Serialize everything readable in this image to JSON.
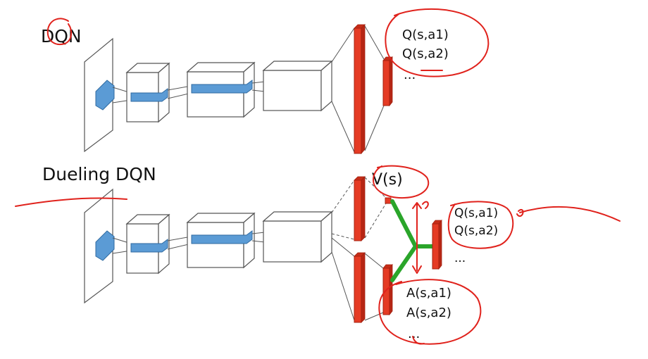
{
  "dqn": {
    "title": "DQN",
    "outputs": [
      "Q(s,a1)",
      "Q(s,a2)",
      "..."
    ]
  },
  "dueling": {
    "title": "Dueling DQN",
    "value_label": "V(s)",
    "q_outputs": [
      "Q(s,a1)",
      "Q(s,a2)",
      "..."
    ],
    "advantage_outputs": [
      "A(s,a1)",
      "A(s,a2)",
      "..."
    ]
  },
  "colors": {
    "fc_layer": "#e53b24",
    "filter": "#5b9bd5",
    "combine": "#2aa52a",
    "annotation": "#e0221c"
  }
}
